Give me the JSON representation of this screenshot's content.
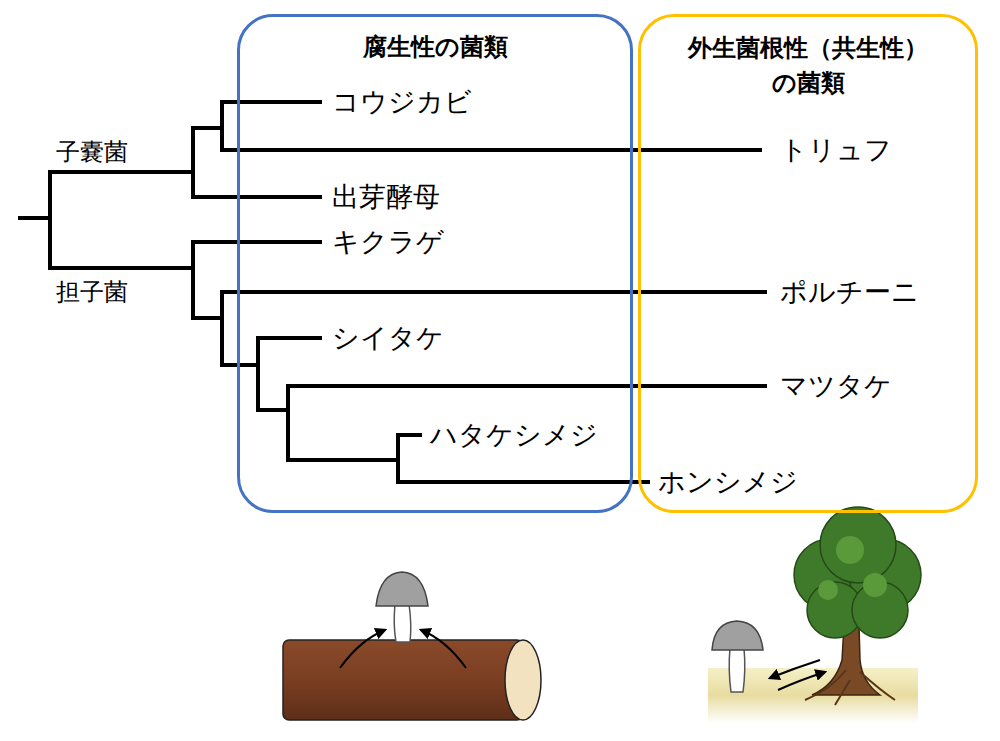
{
  "diagram": {
    "nodes": [
      {
        "text": [
          "腐生性の菌類"
        ]
      },
      {
        "text": [
          "外生菌根性（共生性） の菌類"
        ]
      }
    ],
    "labels": [
      "子嚢菌",
      "担子菌",
      "コウジカビ",
      "トリュフ",
      "出芽酵母",
      "キクラゲ",
      "ポルチーニ",
      "シイタケ",
      "マツタケ",
      "ハタケシメジ",
      "ホンシメジ"
    ]
  }
}
